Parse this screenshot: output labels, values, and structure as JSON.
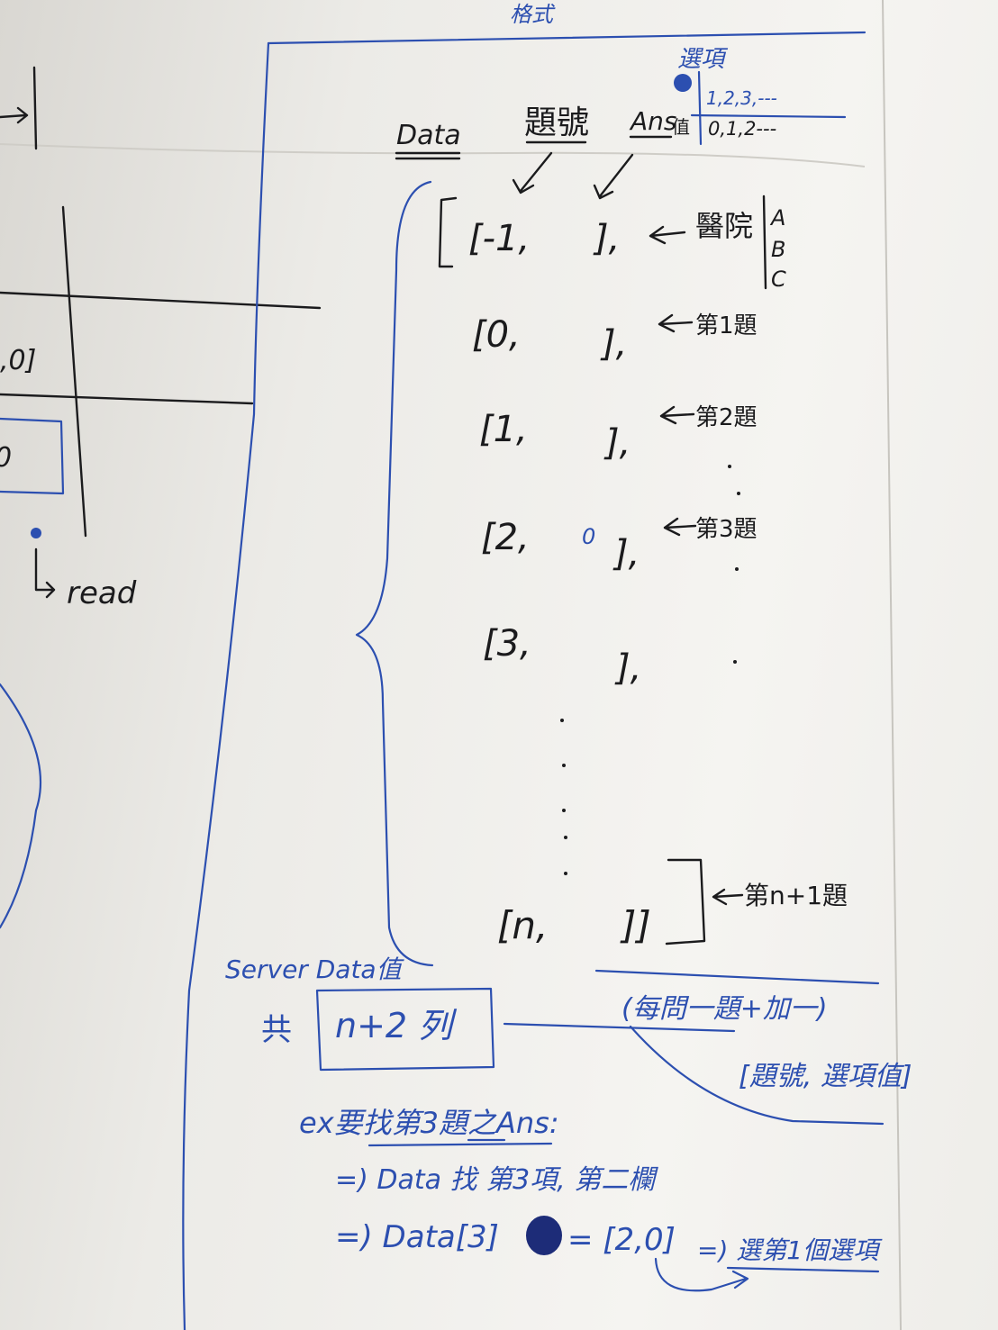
{
  "header": {
    "format_label": "格式"
  },
  "legend": {
    "title": "選項",
    "options_row": "1,2,3,---",
    "values_label": "Ans值",
    "values_row": "0,1,2---"
  },
  "columns": {
    "data": "Data",
    "question_no": "題號",
    "ans": "Ans"
  },
  "rows": [
    {
      "left": "[-1,",
      "right": "],",
      "note": "醫院",
      "note_list": [
        "A",
        "B",
        "C"
      ]
    },
    {
      "left": "[0,",
      "right": "],",
      "note": "第1題"
    },
    {
      "left": "[1,",
      "right": "],",
      "note": "第2題"
    },
    {
      "left": "[2,",
      "value": "0",
      "right": "],",
      "note": "第3題"
    },
    {
      "left": "[3,",
      "right": "],"
    },
    {
      "left": "[n,",
      "right": "]]",
      "note": "第n+1題"
    }
  ],
  "summary": {
    "server_label": "Server Data值",
    "total_prefix": "共",
    "total_value": "n+2 列",
    "per_question": "(每問一題+加一)",
    "pair_label": "[題號, 選項值]"
  },
  "example": {
    "line1": "ex要找第3題之Ans:",
    "line2": "=) Data 找 第3項, 第二欄",
    "line3": "=) Data[3]",
    "line3_result": "= [2,0]",
    "line3_conclusion": "=) 選第1個選項"
  },
  "left_fragments": {
    "value_a": ",0]",
    "value_b": "0",
    "read": "read"
  }
}
